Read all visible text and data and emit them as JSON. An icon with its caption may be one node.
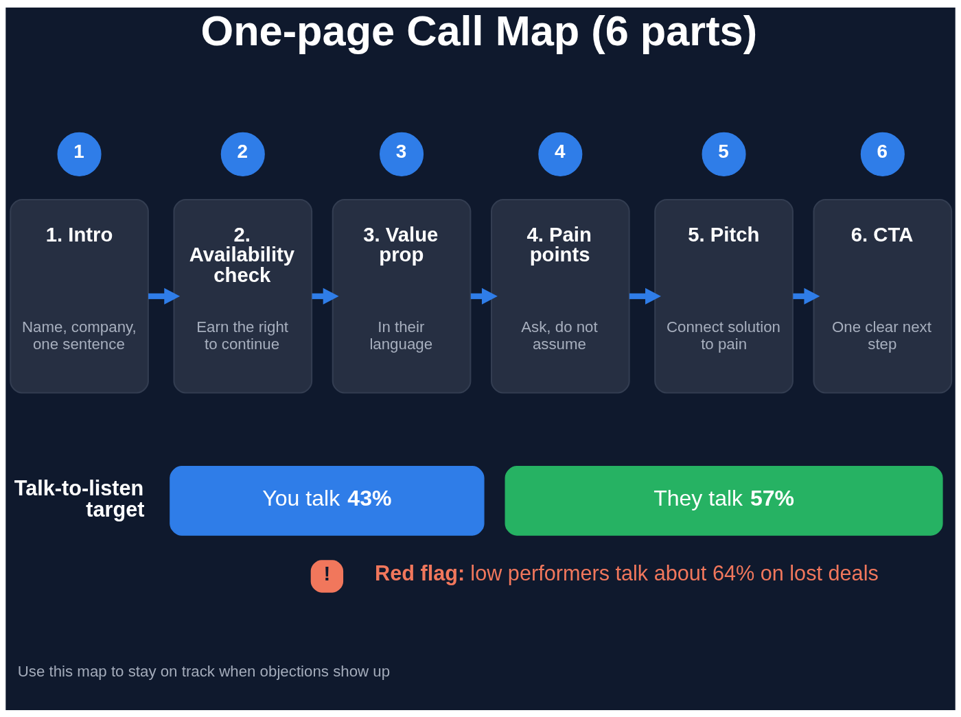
{
  "diagram": {
    "title": "One-page Call Map (6 parts)",
    "caption": "Use this map to stay on track when objections show up",
    "nodes": [
      {
        "text": [
          "1"
        ]
      },
      {
        "text": [
          "1. Intro",
          "Name, company, one sentence"
        ]
      },
      {
        "text": [
          "2"
        ]
      },
      {
        "text": [
          "2. Availability check",
          "Earn the right to continue"
        ]
      },
      {
        "text": [
          "3"
        ]
      },
      {
        "text": [
          "3. Value prop",
          "In their language"
        ]
      },
      {
        "text": [
          "4"
        ]
      },
      {
        "text": [
          "4. Pain points",
          "Ask, do not assume"
        ]
      },
      {
        "text": [
          "5"
        ]
      },
      {
        "text": [
          "5. Pitch",
          "Connect solution to pain"
        ]
      },
      {
        "text": [
          "6"
        ]
      },
      {
        "text": [
          "6. CTA",
          "One clear next step"
        ]
      },
      {
        "text": [
          "You talk **43%**"
        ]
      },
      {
        "text": [
          "They talk **57%**"
        ]
      }
    ],
    "edges": [
      {
        "from": 1,
        "to": 3,
        "arrow": "to"
      },
      {
        "from": 3,
        "to": 5,
        "arrow": "to"
      },
      {
        "from": 5,
        "to": 7,
        "arrow": "to"
      },
      {
        "from": 7,
        "to": 9,
        "arrow": "to"
      },
      {
        "from": 9,
        "to": 11,
        "arrow": "to"
      }
    ],
    "labels": [
      "Talk-to-listen target",
      "!",
      "**Red flag:** low performers talk about 64% on lost deals"
    ]
  }
}
